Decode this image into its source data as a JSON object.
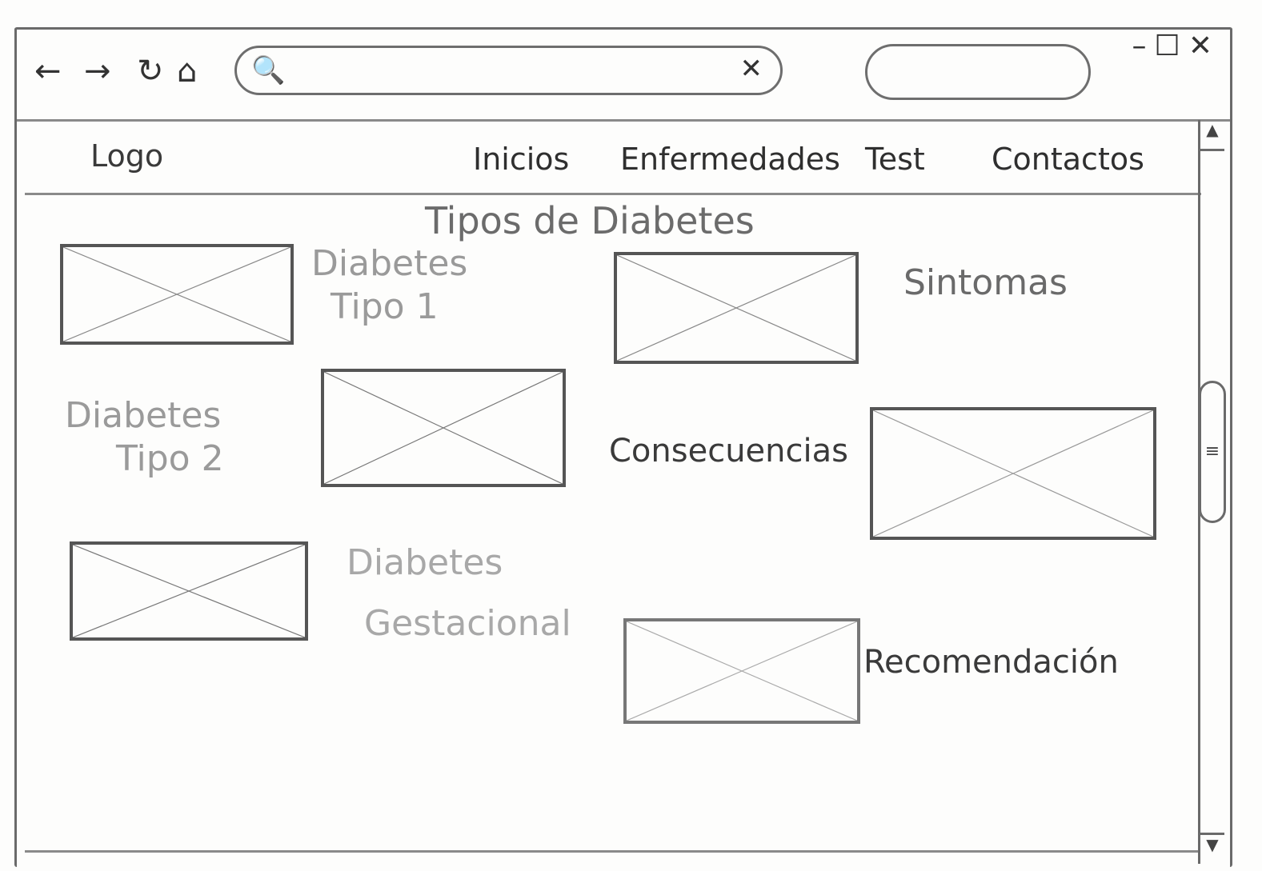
{
  "browser": {
    "back_icon": "←",
    "forward_icon": "→",
    "reload_icon": "↻",
    "home_icon": "⌂",
    "search_icon": "🔍",
    "clear_icon": "✕",
    "address_value": "",
    "side_field_value": "",
    "minimize_icon": "–",
    "maximize_icon": "☐",
    "close_icon": "✕"
  },
  "header": {
    "logo": "Logo",
    "nav": [
      "Inicios",
      "Enfermedades",
      "Test",
      "Contactos"
    ]
  },
  "page_title": "Tipos de Diabetes",
  "cards": [
    {
      "line1": "Diabetes",
      "line2": "Tipo 1"
    },
    {
      "line1": "Sintomas",
      "line2": ""
    },
    {
      "line1": "Diabetes",
      "line2": "Tipo 2"
    },
    {
      "line1": "Consecuencias",
      "line2": ""
    },
    {
      "line1": "Diabetes",
      "line2": "Gestacional"
    },
    {
      "line1": "Recomendación",
      "line2": ""
    }
  ],
  "scrollbar": {
    "up_icon": "▲",
    "down_icon": "▼",
    "thumb_grip": "≡"
  }
}
